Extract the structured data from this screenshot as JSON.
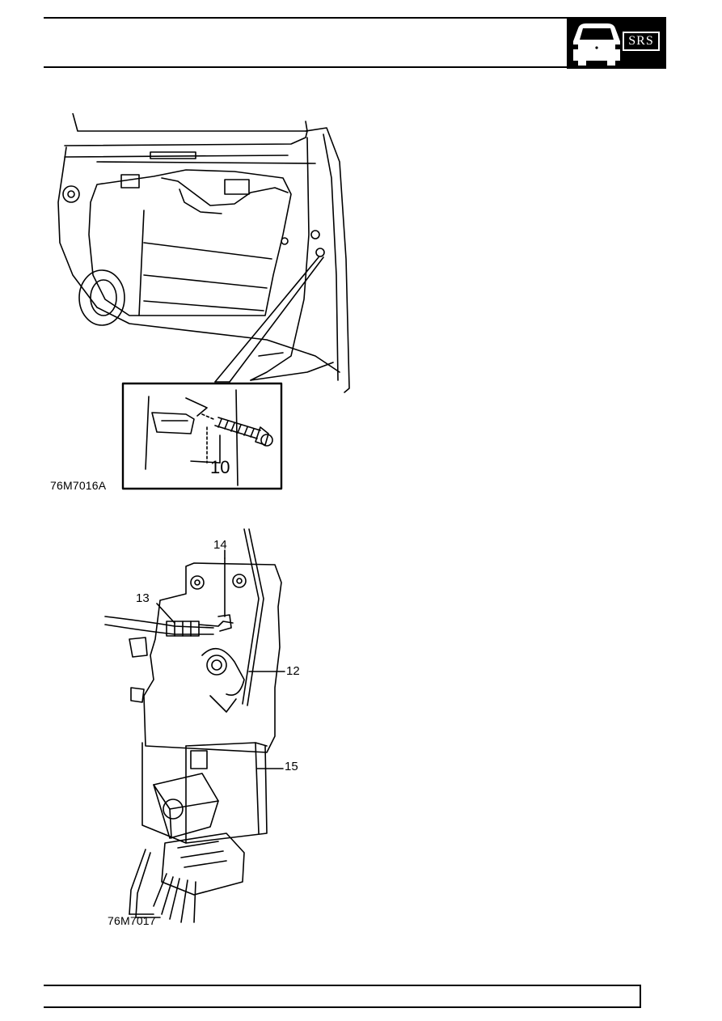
{
  "header": {
    "badge_text": "SRS",
    "badge_bg": "#000000",
    "badge_fg": "#ffffff"
  },
  "figure1": {
    "code": "76M7016A",
    "callout": "10"
  },
  "figure2": {
    "code": "76M7017",
    "callouts": {
      "c12": "12",
      "c13": "13",
      "c14": "14",
      "c15": "15"
    }
  }
}
